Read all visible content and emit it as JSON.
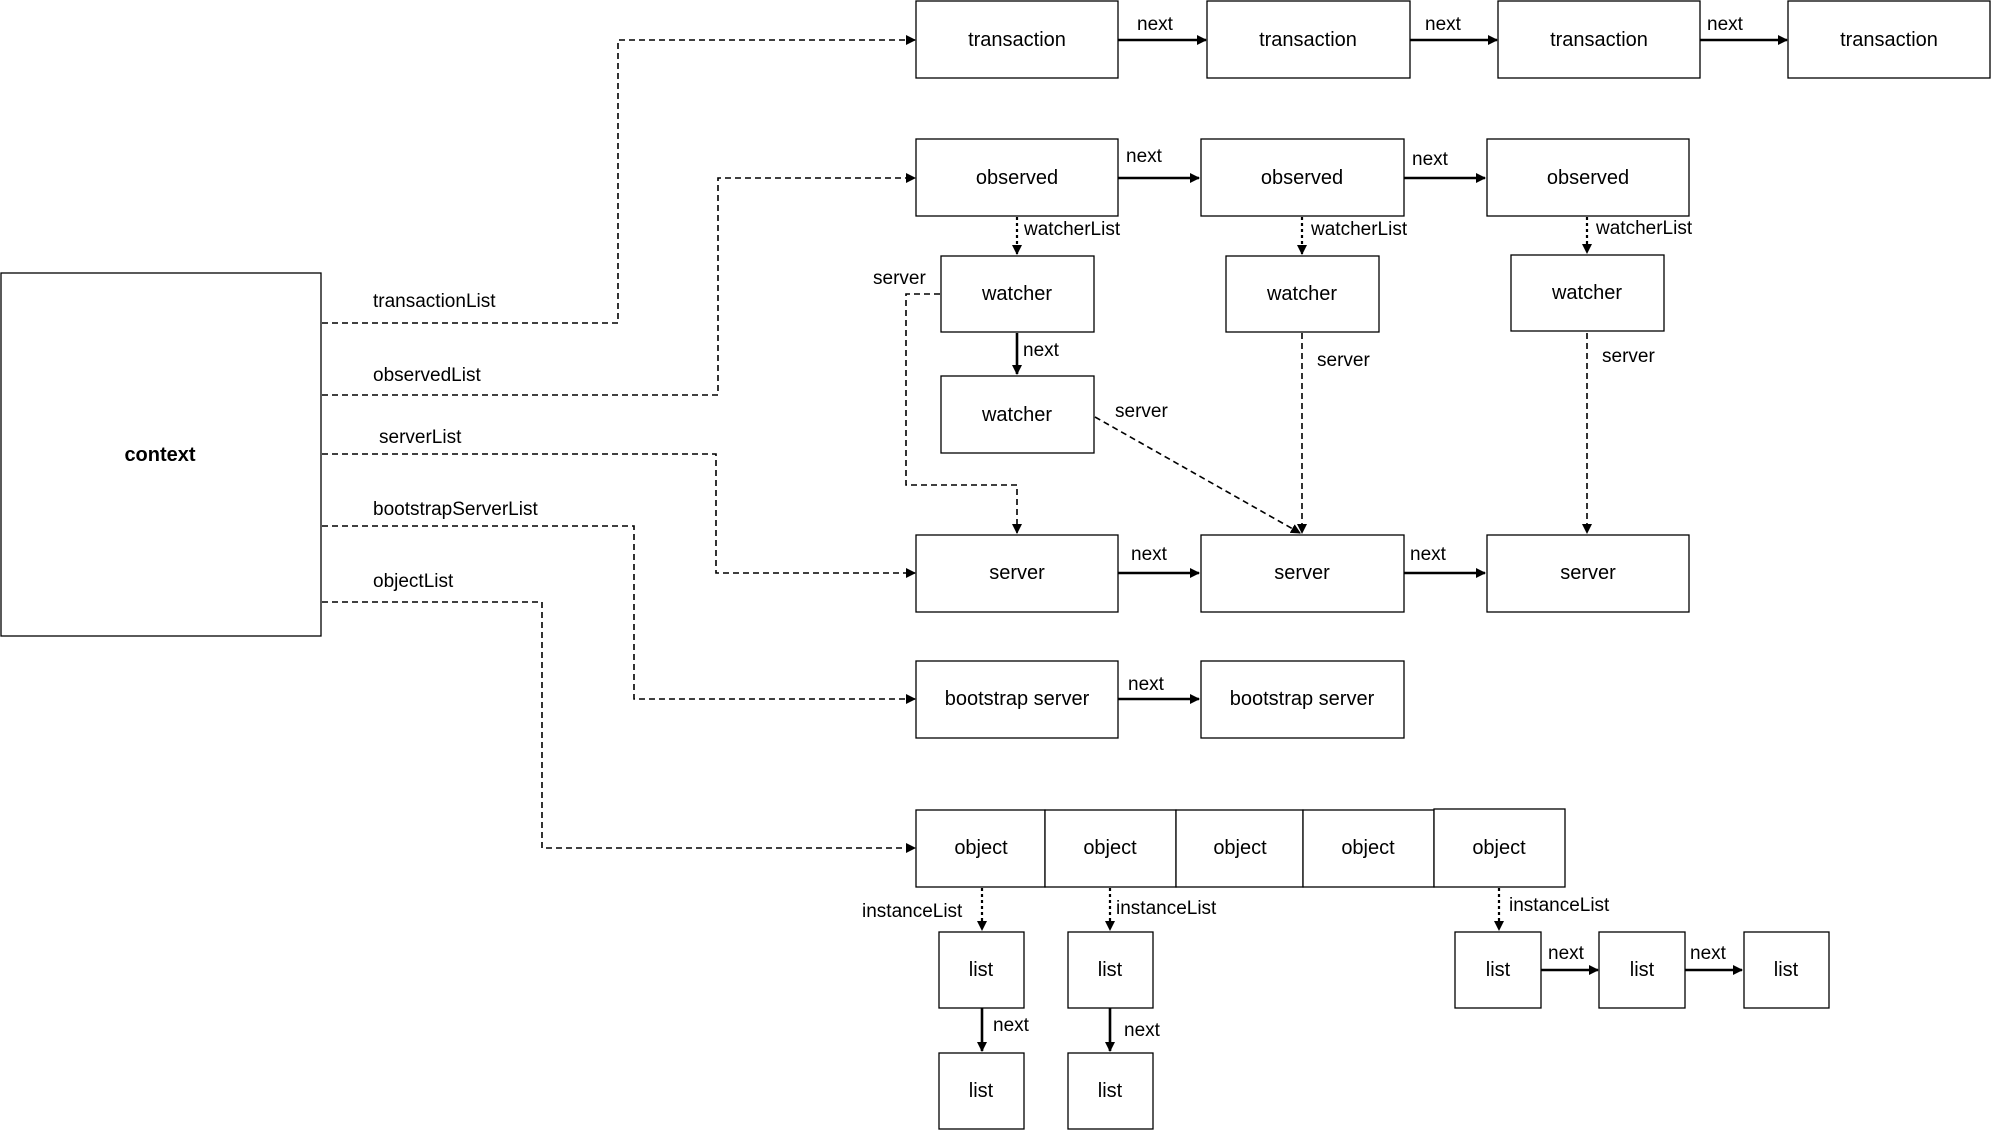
{
  "context": {
    "label": "context"
  },
  "list_labels": {
    "transaction_list": "transactionList",
    "observed_list": "observedList",
    "server_list": "serverList",
    "bootstrap_server_list": "bootstrapServerList",
    "object_list": "objectList"
  },
  "transactions": [
    "transaction",
    "transaction",
    "transaction",
    "transaction"
  ],
  "observed": [
    "observed",
    "observed",
    "observed"
  ],
  "watchers": [
    "watcher",
    "watcher",
    "watcher",
    "watcher"
  ],
  "servers": [
    "server",
    "server",
    "server"
  ],
  "bootstrap_servers": [
    "bootstrap server",
    "bootstrap server"
  ],
  "objects": [
    "object",
    "object",
    "object",
    "object",
    "object"
  ],
  "lists": [
    "list",
    "list",
    "list",
    "list",
    "list",
    "list",
    "list"
  ],
  "edge_labels": {
    "next": "next",
    "watcher_list": "watcherList",
    "server": "server",
    "instance_list": "instanceList"
  }
}
